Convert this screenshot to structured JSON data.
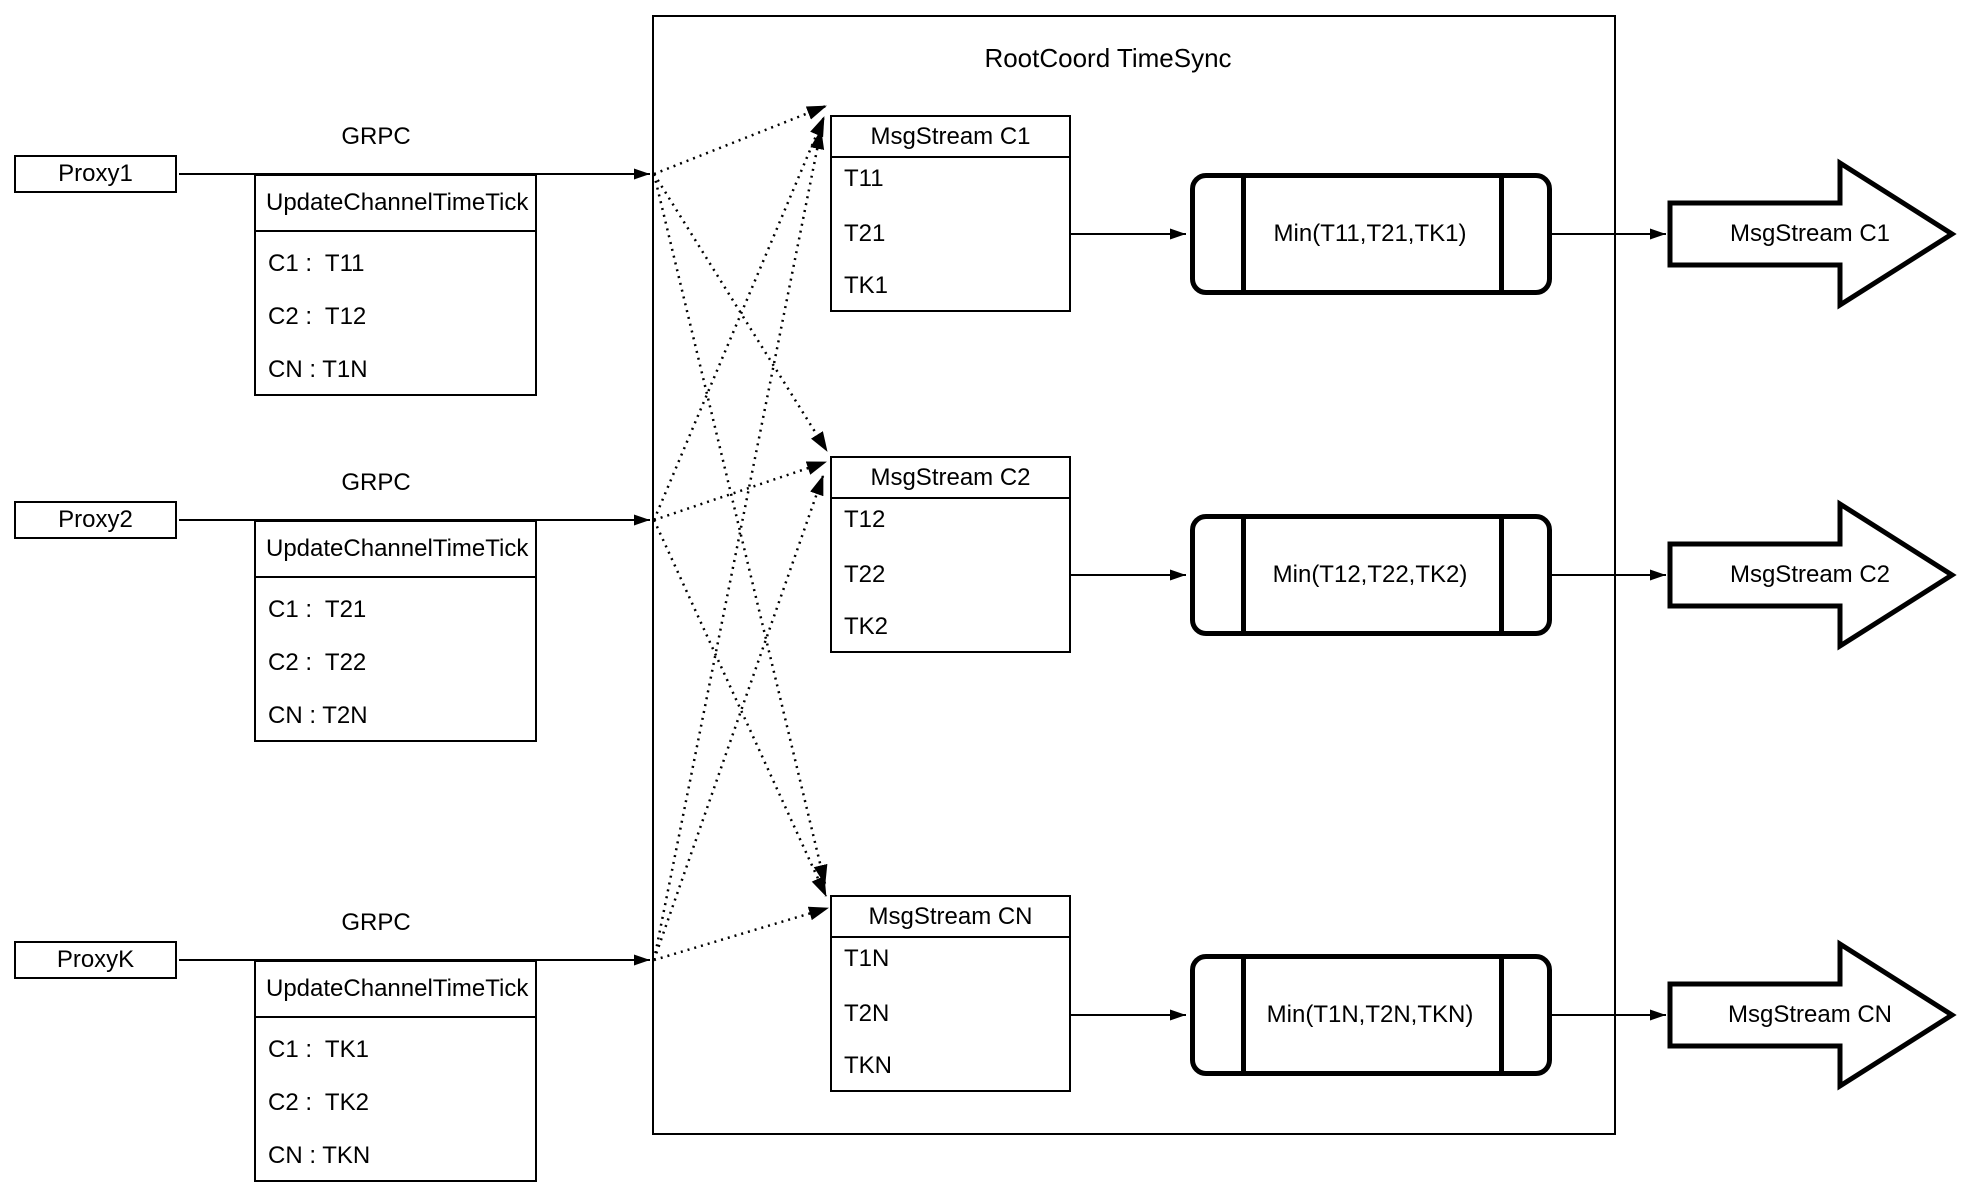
{
  "diagram": {
    "title": "RootCoord TimeSync",
    "grpc_label": "GRPC",
    "proxies": [
      {
        "name": "Proxy1",
        "table_header": "UpdateChannelTimeTick",
        "rows": [
          "C1 :  T11",
          "C2 :  T12",
          "CN : T1N"
        ]
      },
      {
        "name": "Proxy2",
        "table_header": "UpdateChannelTimeTick",
        "rows": [
          "C1 :  T21",
          "C2 :  T22",
          "CN : T2N"
        ]
      },
      {
        "name": "ProxyK",
        "table_header": "UpdateChannelTimeTick",
        "rows": [
          "C1 :  TK1",
          "C2 :  TK2",
          "CN : TKN"
        ]
      }
    ],
    "streams": [
      {
        "header": "MsgStream C1",
        "rows": [
          "T11",
          "T21",
          "TK1"
        ],
        "min_label": "Min(T11,T21,TK1)",
        "out_label": "MsgStream C1"
      },
      {
        "header": "MsgStream C2",
        "rows": [
          "T12",
          "T22",
          "TK2"
        ],
        "min_label": "Min(T12,T22,TK2)",
        "out_label": "MsgStream C2"
      },
      {
        "header": "MsgStream CN",
        "rows": [
          "T1N",
          "T2N",
          "TKN"
        ],
        "min_label": "Min(T1N,T2N,TKN)",
        "out_label": "MsgStream CN"
      }
    ],
    "colors": {
      "stroke": "#000000",
      "background": "#ffffff"
    }
  }
}
